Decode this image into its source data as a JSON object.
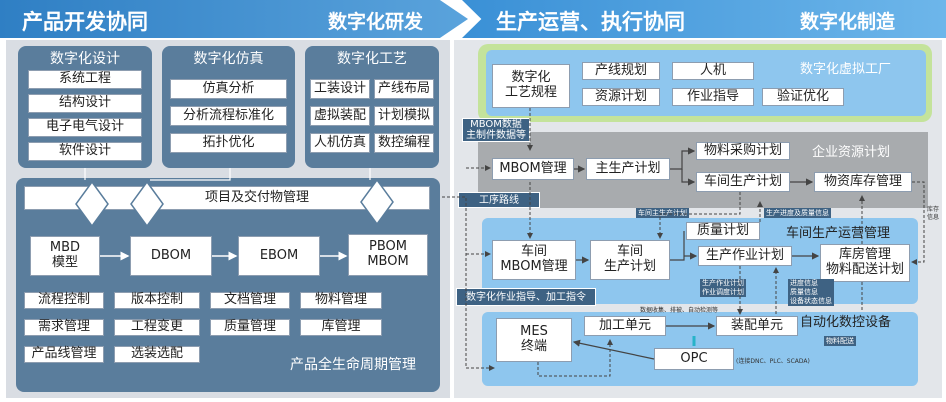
{
  "header": {
    "left_title": "产品开发协同",
    "left_badge": "数字化研发",
    "right_title": "生产运营、执行协同",
    "right_badge": "数字化制造"
  },
  "design": {
    "title": "数字化设计",
    "items": [
      "系统工程",
      "结构设计",
      "电子电气设计",
      "软件设计"
    ]
  },
  "simulation": {
    "title": "数字化仿真",
    "items": [
      "仿真分析",
      "分析流程标准化",
      "拓扑优化"
    ]
  },
  "process": {
    "title": "数字化工艺",
    "items": [
      "工装设计",
      "产线布局",
      "虚拟装配",
      "计划模拟",
      "人机仿真",
      "数控编程"
    ]
  },
  "plm": {
    "project_bar": "项目及交付物管理",
    "flow": [
      "MBD\n模型",
      "DBOM",
      "EBOM",
      "PBOM\nMBOM"
    ],
    "modules": [
      "流程控制",
      "版本控制",
      "文档管理",
      "物料管理",
      "需求管理",
      "工程变更",
      "质量管理",
      "库管理",
      "产品线管理",
      "选装选配"
    ],
    "footer": "产品全生命周期管理"
  },
  "virtual_factory": {
    "title": "数字化虚拟工厂",
    "main": "数字化\n工艺规程",
    "items": [
      "产线规划",
      "人机",
      "资源计划",
      "作业指导",
      "验证优化"
    ]
  },
  "erp": {
    "title": "企业资源计划",
    "mbom": "MBOM管理",
    "master_plan": "主生产计划",
    "purchase": "物料采购计划",
    "shop_plan": "车间生产计划",
    "inventory": "物资库存管理"
  },
  "mom": {
    "title": "车间生产运营管理",
    "mbom": "车间\nMBOM管理",
    "plan": "车间\n生产计划",
    "quality": "质量计划",
    "work_plan": "生产作业计划",
    "warehouse": "库房管理\n物料配送计划"
  },
  "automation": {
    "title": "自动化数控设备",
    "mes": "MES\n终端",
    "machining": "加工单元",
    "assembly": "装配单元",
    "opc": "OPC",
    "opc_note": "(连接DNC、PLC、SCADA)"
  },
  "tags": {
    "mbom_data": "MBOM数据\n主制件数据等",
    "routing": "工序路线",
    "work_guide": "数字化作业指导、加工指令",
    "shop_master": "车间主生产计划",
    "progress_quality": "生产进度及质量信息",
    "work_schedule": "生产作业计划\n作业调度计划",
    "progress_info": "进度信息\n质量信息\n设备状态信息",
    "material_delivery": "物料配送",
    "data_collect": "数据收集、排被、自动检测等",
    "inventory_side": "库存\n信息"
  }
}
